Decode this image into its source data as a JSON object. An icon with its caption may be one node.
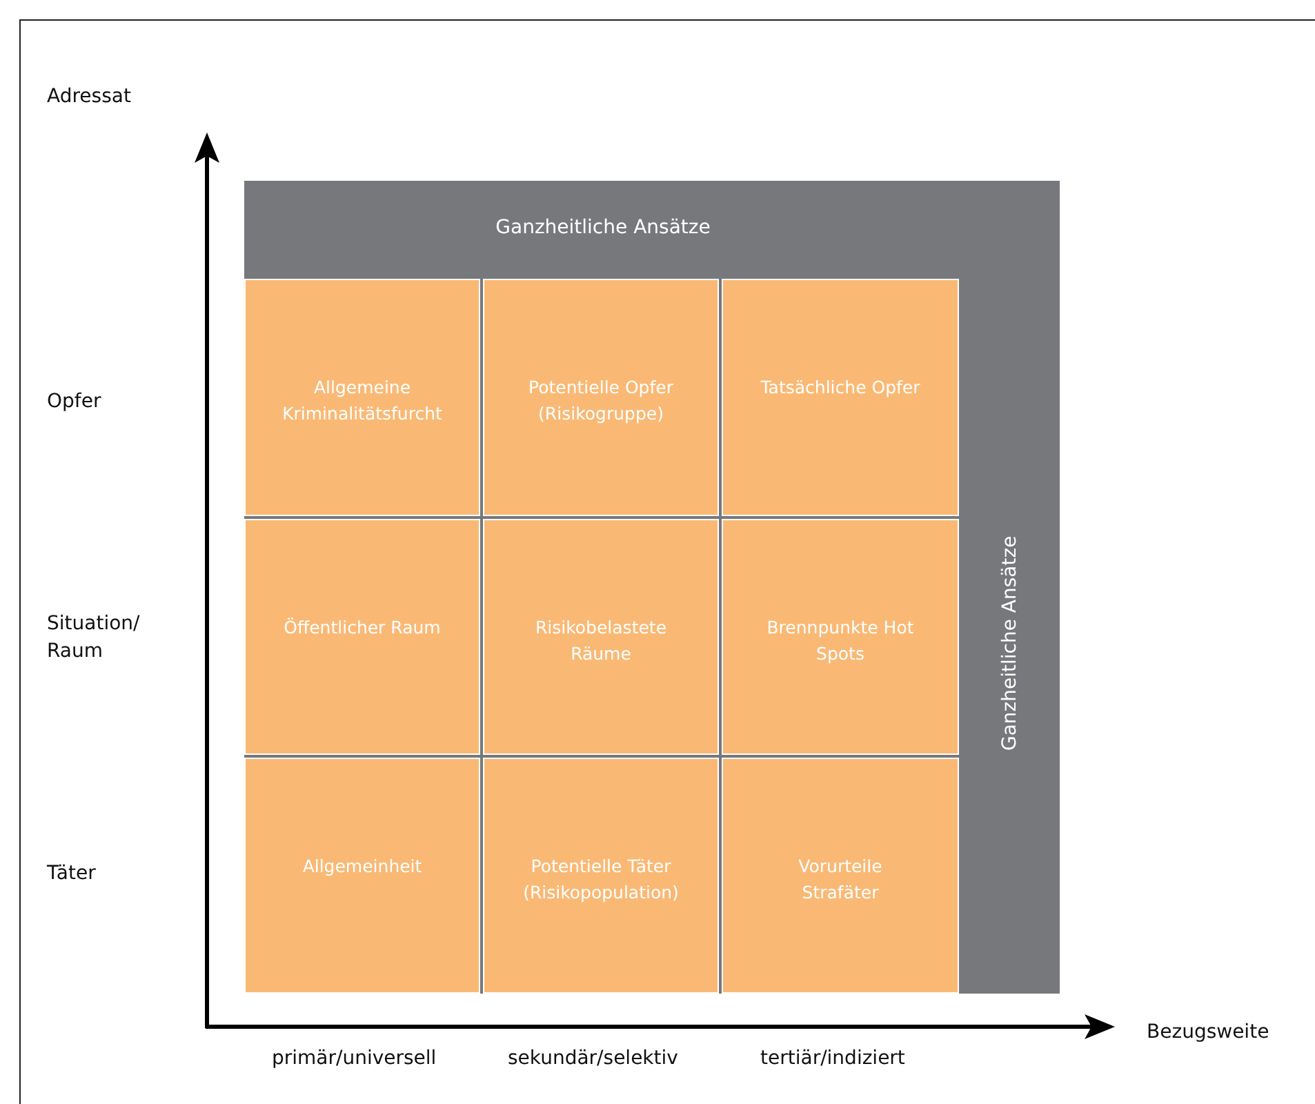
{
  "diagram": {
    "nodes": [
      {
        "text": [
          "Ganzheitliche Ansätze",
          "Ganzheitliche Ansätze"
        ]
      },
      {
        "text": [
          "Allgemeine Kriminalitätsfurcht"
        ],
        "in": 0
      },
      {
        "text": [
          "Potentielle Opfer (Risikogruppe)"
        ],
        "in": 0
      },
      {
        "text": [
          "Tatsächliche Opfer"
        ],
        "in": 0
      },
      {
        "text": [
          "Öffentlicher Raum"
        ],
        "in": 0
      },
      {
        "text": [
          "Risikobelastete Räume"
        ],
        "in": 0
      },
      {
        "text": [
          "Brennpunkte Hot Spots"
        ],
        "in": 0
      },
      {
        "text": [
          "Allgemeinheit"
        ],
        "in": 0
      },
      {
        "text": [
          "Potentielle Täter (Risikopopulation)"
        ],
        "in": 0
      },
      {
        "text": [
          "Vorurteile Strafäter"
        ],
        "in": 0
      }
    ],
    "edges": [],
    "labels": [
      "Adressat",
      "Opfer",
      "Situation/ Raum",
      "Täter",
      "Bezugsweite",
      "primär/universell",
      "sekundär/selektiv",
      "tertiär/indiziert"
    ]
  }
}
